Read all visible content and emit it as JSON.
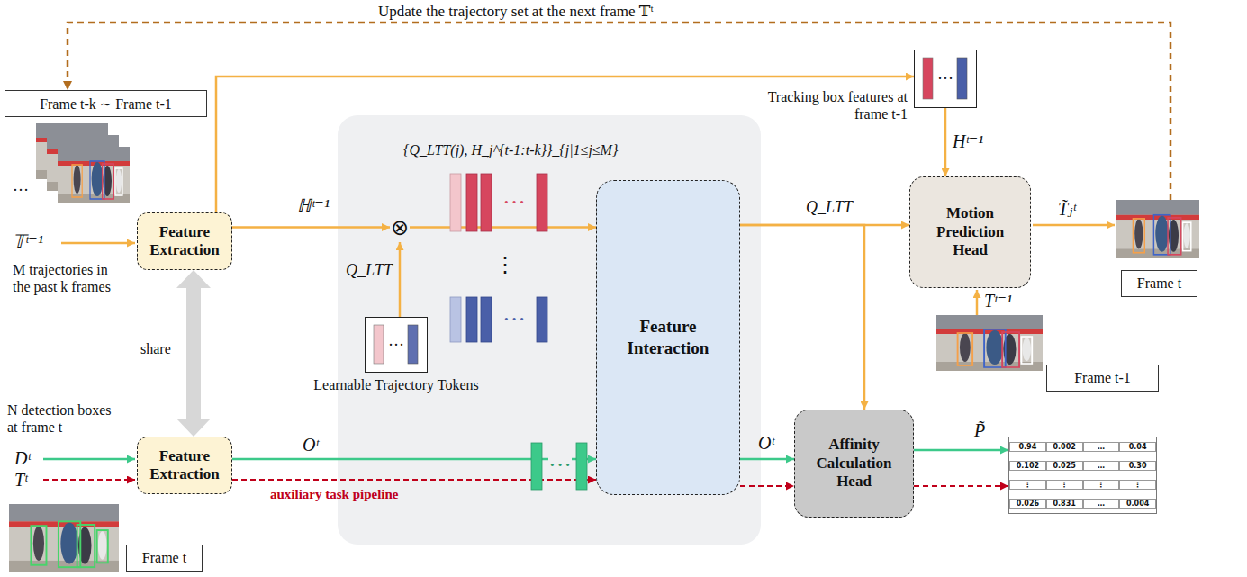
{
  "diagram": {
    "nodes": [
      {
        "text": [
          "Frame t-k ∼ Frame t-1"
        ]
      },
      {
        "text": [
          "Feature Extraction"
        ]
      },
      {
        "text": [
          "Feature Extraction"
        ]
      },
      {
        "text": [
          "⊗"
        ]
      },
      {
        "text": [
          "···",
          "Learnable Trajectory Tokens"
        ]
      },
      {
        "text": [
          "Feature Interaction"
        ]
      },
      {
        "text": [
          "···",
          "Tracking box features at frame t-1"
        ]
      },
      {
        "text": [
          "Motion Prediction Head"
        ]
      },
      {
        "text": [
          "Affinity Calculation Head"
        ]
      },
      {
        "text": [
          "Frame t-1"
        ]
      },
      {
        "text": [
          "Frame t"
        ]
      },
      {
        "text": [
          "Frame t"
        ]
      },
      {
        "text": [
          "0.94",
          "0.002",
          "…",
          "0.04",
          "0.102",
          "0.025",
          "…",
          "0.30",
          "⋮",
          "⋮",
          "⋮",
          "⋮",
          "0.026",
          "0.831",
          "…",
          "0.004"
        ]
      }
    ],
    "edges": [
      {
        "from": 1,
        "to": 3,
        "arrow": "to",
        "label": "ℍᵗ⁻¹"
      },
      {
        "from": 4,
        "to": 3,
        "arrow": "to",
        "label": "Q_LTT"
      },
      {
        "from": 3,
        "to": 5,
        "arrow": "to"
      },
      {
        "from": 2,
        "to": 5,
        "arrow": "to",
        "label": "Oᵗ"
      },
      {
        "from": 2,
        "to": 5,
        "arrow": "to",
        "label": "auxiliary task pipeline"
      },
      {
        "from": 5,
        "to": 7,
        "arrow": "to",
        "label": "Q_LTT"
      },
      {
        "from": 5,
        "to": 8,
        "arrow": "to"
      },
      {
        "from": 5,
        "to": 8,
        "arrow": "to",
        "label": "Oᵗ"
      },
      {
        "from": 5,
        "to": 8,
        "arrow": "to"
      },
      {
        "from": 6,
        "to": 7,
        "arrow": "to",
        "label": "Hᵗ⁻¹"
      },
      {
        "from": 1,
        "to": 6,
        "arrow": "to"
      },
      {
        "from": 1,
        "to": 2,
        "arrow": "both",
        "label": "share"
      },
      {
        "from": 8,
        "to": 12,
        "arrow": "to",
        "label": "P̃"
      },
      {
        "from": 8,
        "to": 12,
        "arrow": "to"
      }
    ],
    "labels": [
      "Update the trajectory set at the next frame 𝕋ᵗ",
      "…",
      "𝕋ᵗ⁻¹",
      "M trajectories in the past k frames",
      "N detection boxes at frame t",
      "Dᵗ",
      "Tᵗ",
      "{Q_LTT(j), H_j^{t-1:t-k}}_{j|1≤j≤M}",
      "···",
      "⋮",
      "···",
      "···",
      "Tᵗ⁻¹",
      "T̃ⱼᵗ"
    ]
  }
}
